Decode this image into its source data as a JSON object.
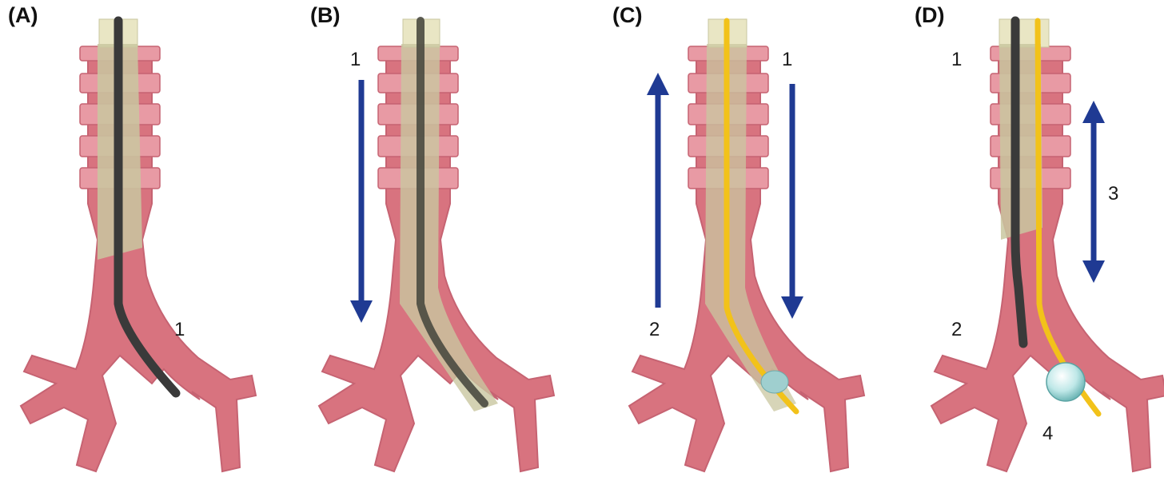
{
  "panels": [
    {
      "label": "(A)",
      "numbers": [
        "1"
      ]
    },
    {
      "label": "(B)",
      "numbers": [
        "1"
      ]
    },
    {
      "label": "(C)",
      "numbers": [
        "1",
        "2"
      ]
    },
    {
      "label": "(D)",
      "numbers": [
        "1",
        "2",
        "3",
        "4"
      ]
    }
  ],
  "colors": {
    "airway": "#d8737f",
    "airway_dark": "#b85566",
    "cartilage": "#e89aa4",
    "tube": "#c9c7a0",
    "scope": "#3a3a3a",
    "wire": "#f2c21a",
    "arrow": "#1f3a93",
    "balloon": "#b9e6e6"
  }
}
